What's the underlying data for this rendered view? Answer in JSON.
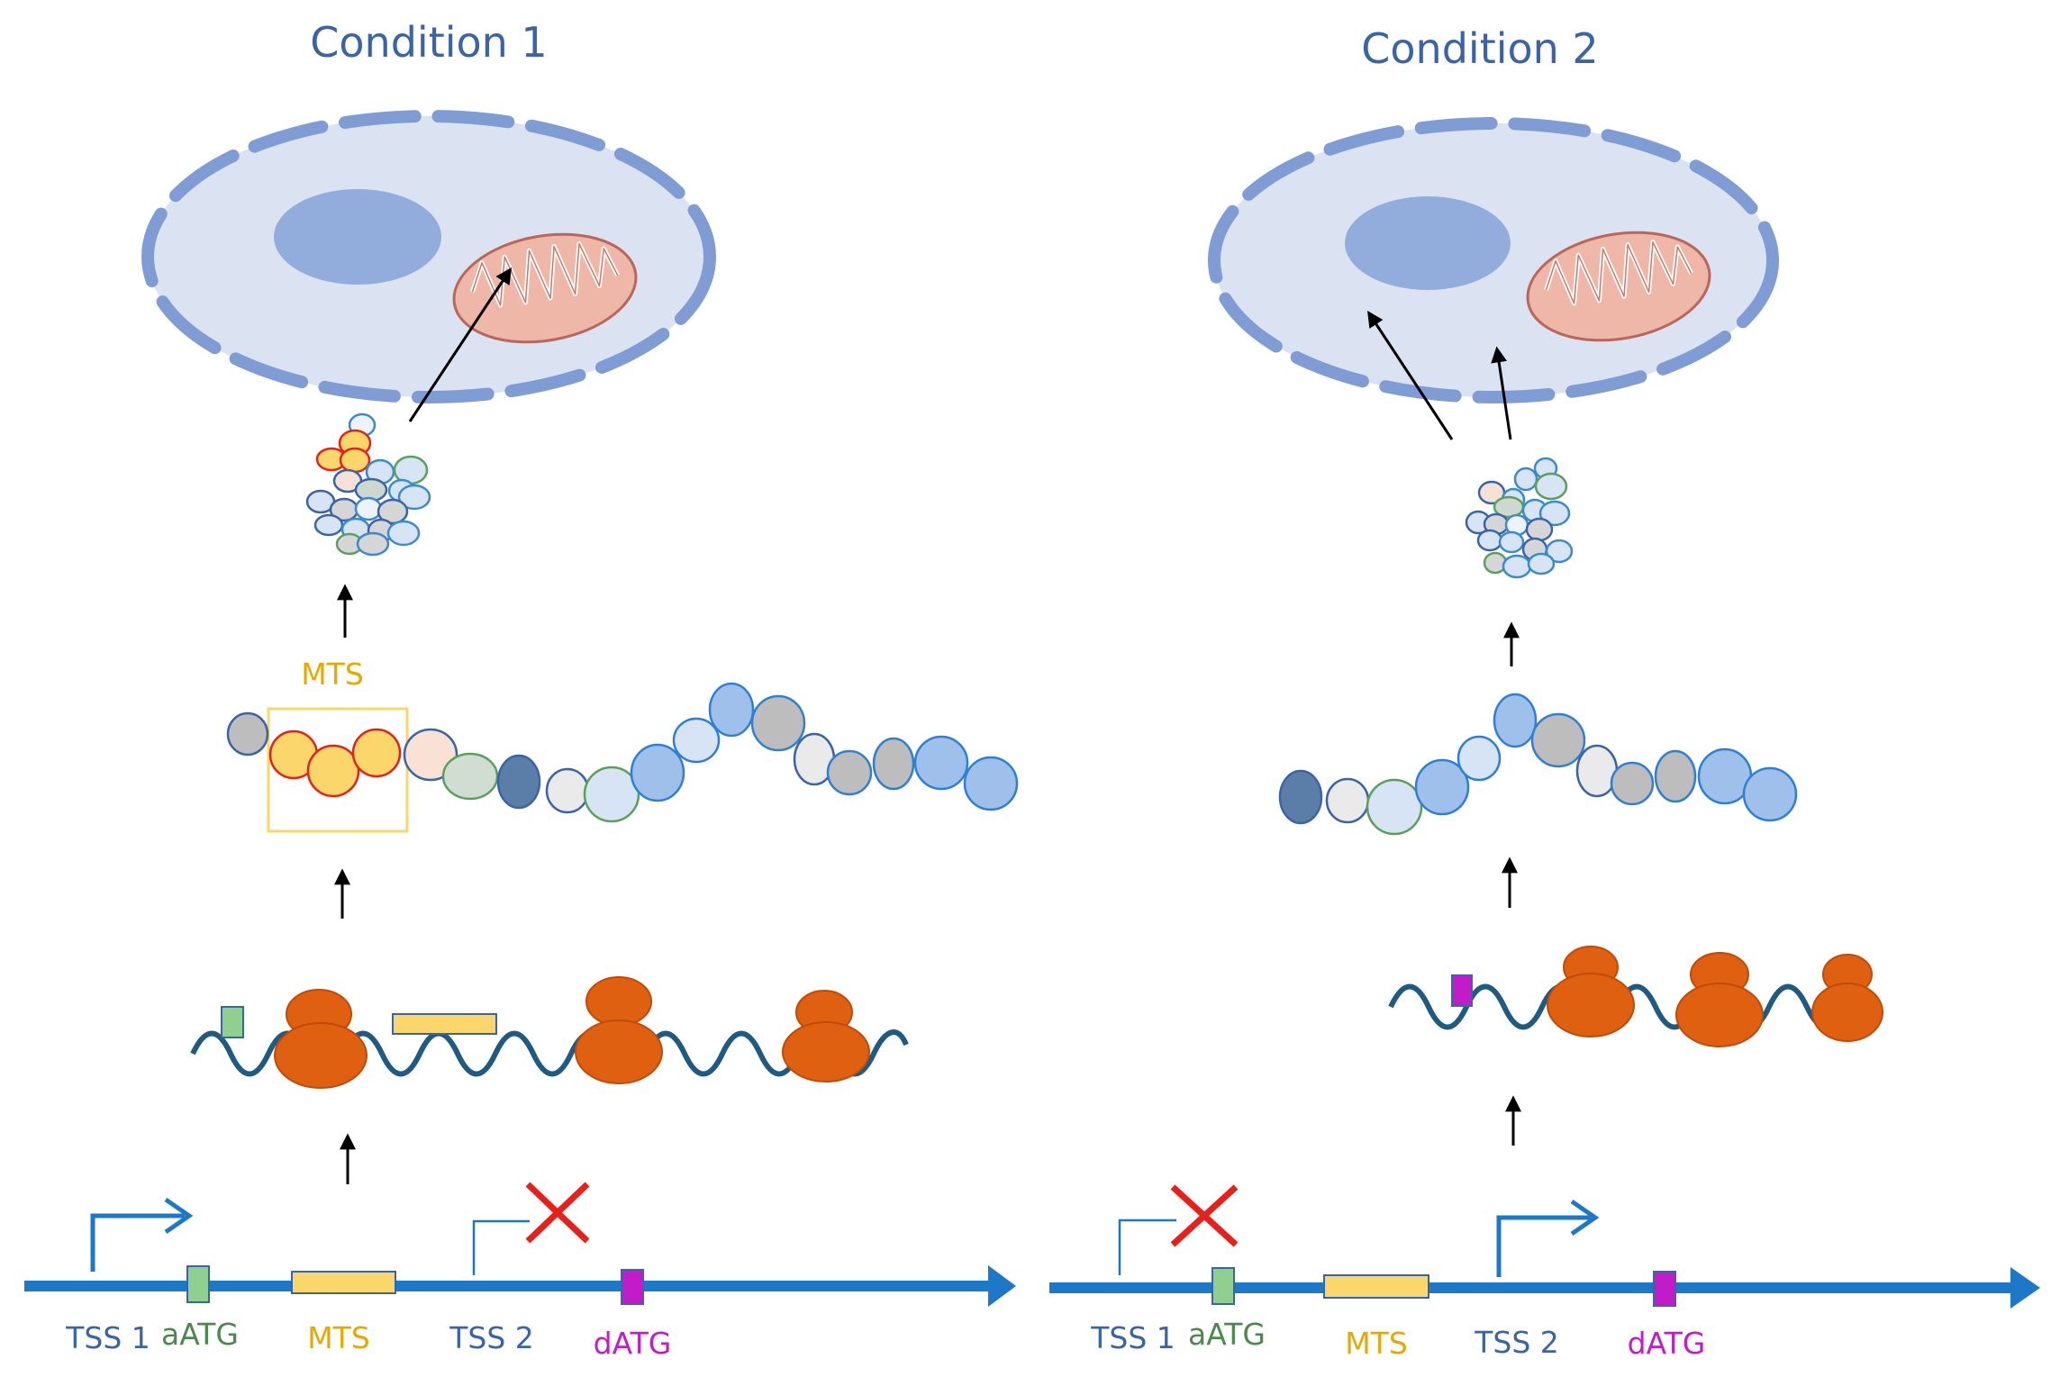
{
  "conditions": [
    {
      "title": "Condition 1",
      "gene_labels": {
        "tss1": "TSS 1",
        "aatg": "aATG",
        "mts": "MTS",
        "tss2": "TSS 2",
        "datg": "dATG"
      },
      "protein_label": "MTS"
    },
    {
      "title": "Condition 2",
      "gene_labels": {
        "tss1": "TSS 1",
        "aatg": "aATG",
        "mts": "MTS",
        "tss2": "TSS 2",
        "datg": "dATG"
      }
    }
  ],
  "colors": {
    "title": "#3a64a8",
    "gene_line": "#1e78c8",
    "aatg": "#8fcf8f",
    "mts": "#fbd66a",
    "datg": "#c21bc8",
    "ribosome": "#e06012",
    "mrna": "#1f5a82",
    "cell_fill": "#dbe3f3",
    "cell_membrane": "#7f9dd4",
    "nucleus": "#92acdc",
    "mitochondrion": "#eeb7a8",
    "cross": "#e8201a"
  }
}
